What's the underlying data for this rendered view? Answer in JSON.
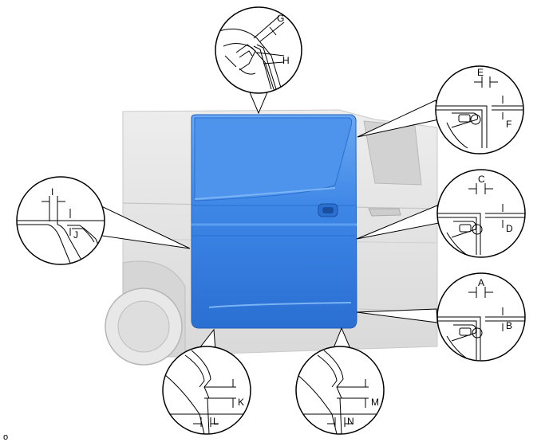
{
  "diagram": {
    "reference_code": "o",
    "callouts": [
      {
        "id": "top",
        "labels": [
          "G",
          "H"
        ]
      },
      {
        "id": "rear-upper",
        "labels": [
          "E",
          "F"
        ]
      },
      {
        "id": "rear-middle",
        "labels": [
          "C",
          "D"
        ]
      },
      {
        "id": "rear-lower",
        "labels": [
          "A",
          "B"
        ]
      },
      {
        "id": "front",
        "labels": [
          "I",
          "J"
        ]
      },
      {
        "id": "bottom-front",
        "labels": [
          "K",
          "L"
        ]
      },
      {
        "id": "bottom-rear",
        "labels": [
          "M",
          "N"
        ]
      }
    ]
  },
  "colors": {
    "door": "#3d86e6",
    "door_highlight": "#7ab4f5",
    "door_shadow": "#1f5fbf",
    "body": "#e4e4e4",
    "body_line": "#b8b8b8",
    "outline": "#000000"
  }
}
